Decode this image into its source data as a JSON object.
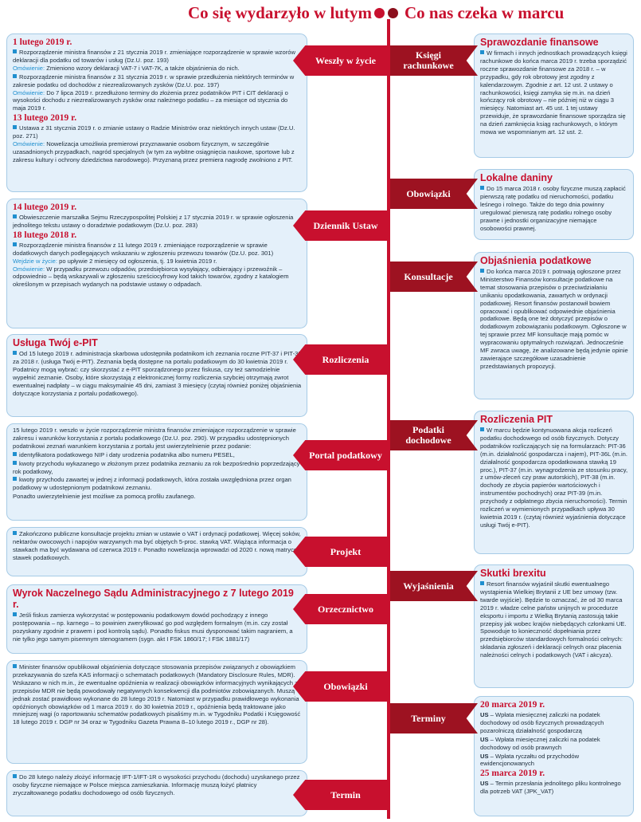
{
  "header": {
    "left_title": "Co się wydarzyło w lutym",
    "right_title": "Co nas czeka w marcu"
  },
  "left": {
    "weszly": {
      "ribbon": "Weszły w życie",
      "date1": "1 lutego 2019 r.",
      "p1": "Rozporządzenie ministra finansów z 21 stycznia 2019 r. zmieniające rozporządzenie w sprawie wzorów deklaracji dla podatku od towarów i usług (Dz.U. poz. 193)",
      "p1_label": "Omówienie:",
      "p1_note": " Zmieniono wzory deklaracji VAT-7 i VAT-7K, a także objaśnienia do nich.",
      "p2": "Rozporządzenie ministra finansów z 31 stycznia 2019 r. w sprawie przedłużenia niektórych terminów w zakresie podatku od dochodów z niezrealizowanych zysków (Dz.U. poz. 197)",
      "p2_label": "Omówienie:",
      "p2_note": " Do 7 lipca 2019 r. przedłużono terminy do złożenia przez podatników PIT i CIT deklaracji o wysokości dochodu z niezrealizowanych zysków oraz należnego podatku – za miesiące od stycznia do maja 2019 r.",
      "date2": "13 lutego 2019 r.",
      "p3": "Ustawa z 31 stycznia 2019 r. o zmianie ustawy o Radzie Ministrów oraz niektórych innych ustaw (Dz.U. poz. 271)",
      "p3_label": "Omówienie:",
      "p3_note": " Nowelizacja umożliwia premierowi przyznawanie osobom fizycznym, w szczególnie uzasadnionych przypadkach, nagród specjalnych (w tym za wybitne osiągnięcia naukowe, sportowe lub z zakresu kultury i ochrony dziedzictwa narodowego). Przyznaną przez premiera nagrodę zwolniono z PIT."
    },
    "dziennik": {
      "ribbon": "Dziennik Ustaw",
      "date1": "14 lutego 2019 r.",
      "p1": "Obwieszczenie marszałka Sejmu Rzeczypospolitej Polskiej z 17 stycznia 2019 r. w sprawie ogłoszenia jednolitego tekstu ustawy o doradztwie podatkowym (Dz.U. poz. 283)",
      "date2": "18 lutego 2018 r.",
      "p2": "Rozporządzenie ministra finansów z 11 lutego 2019 r. zmieniające rozporządzenie w sprawie dodatkowych danych podlegających wskazaniu w zgłoszeniu przewozu towarów (Dz.U. poz. 301)",
      "p2_label1": "Wejdzie w życie:",
      "p2_note1": " po upływie 2 miesięcy od ogłoszenia, tj. 19 kwietnia 2019 r.",
      "p2_label2": "Omówienie:",
      "p2_note2": " W przypadku przewozu odpadów, przedsiębiorca wysyłający, odbierający i przewoźnik – odpowiednio – będą wskazywali w zgłoszeniu sześciocyfrowy kod takich towarów, zgodny z katalogiem określonym w przepisach wydanych na podstawie ustawy o odpadach."
    },
    "rozliczenia": {
      "ribbon": "Rozliczenia",
      "title": "Usługa Twój e-PIT",
      "p1": "Od 15 lutego 2019 r. administracja skarbowa udostępniła podatnikom ich zeznania roczne PIT-37 i PIT-38 za 2018 r. (usługa Twój e-PIT). Zeznania będą dostępne na portalu podatkowym do 30 kwietnia 2019 r. Podatnicy mogą wybrać: czy skorzystać z e-PIT sporządzonego przez fiskusa, czy też samodzielnie wypełnić zeznanie. Osoby, które skorzystają z elektronicznej formy rozliczenia szybciej otrzymają zwrot ewentualnej nadpłaty – w ciągu maksymalnie 45 dni, zamiast 3 miesięcy (czytaj również poniżej objaśnienia dotyczące korzystania z portalu podatkowego)."
    },
    "portal": {
      "ribbon": "Portal podatkowy",
      "p1": "15 lutego 2019 r. weszło w życie rozporządzenie ministra finansów zmieniające rozporządzenie w sprawie zakresu i warunków korzystania z portalu podatkowego (Dz.U. poz. 290). W przypadku udostępnionych podatnikowi zeznań warunkiem korzystania z portalu jest uwierzytelnienie przez podanie:",
      "bullet1": "identyfikatora podatkowego NIP i daty urodzenia podatnika albo numeru PESEL,",
      "bullet2": "kwoty przychodu wykazanego w złożonym przez podatnika zeznaniu za rok bezpośrednio poprzedzający rok podatkowy,",
      "bullet3": "kwoty przychodu zawartej w jednej z informacji podatkowych, która została uwzględniona przez organ podatkowy w udostępnionym podatnikowi zeznaniu.",
      "p2": "Ponadto uwierzytelnienie jest możliwe za pomocą profilu zaufanego."
    },
    "projekt": {
      "ribbon": "Projekt",
      "p1": "Zakończono publiczne konsultacje projektu zmian w ustawie o VAT i ordynacji podatkowej. Więcej soków, nektarów owocowych i napojów warzywnych ma być objętych 5-proc. stawką VAT. Wiążąca informacja o stawkach ma być wydawana od czerwca 2019 r. Ponadto nowelizacja wprowadzi od 2020 r. nową matrycę stawek podatkowych."
    },
    "orzecznictwo": {
      "ribbon": "Orzecznictwo",
      "title": "Wyrok Naczelnego Sądu Administracyjnego z 7 lutego 2019 r.",
      "p1": "Jeśli fiskus zamierza wykorzystać w postępowaniu podatkowym dowód pochodzący z innego postępowania – np. karnego – to powinien zweryfikować go pod względem formalnym (m.in. czy został pozyskany zgodnie z prawem i pod kontrolą sądu). Ponadto fiskus musi dysponować takim nagraniem, a nie tylko jego samym pisemnym stenogramem (sygn. akt I FSK 1860/17; I FSK 1881/17)"
    },
    "obowiazki": {
      "ribbon": "Obowiązki",
      "p1": "Minister finansów opublikował objaśnienia dotyczące stosowania przepisów związanych z obowiązkiem przekazywania do szefa KAS informacji o schematach podatkowych (Mandatory Disclosure Rules, MDR). Wskazano w nich m.in., że ewentualne opóźnienia w realizacji obowiązków informacyjnych wynikających z przepisów MDR nie będą powodowały negatywnych konsekwencji dla podmiotów zobowiązanych. Muszą jednak zostać prawidłowo wykonane do 28 lutego 2019 r. Natomiast w przypadku prawidłowego wykonania opóźnionych obowiązków od 1 marca 2019 r. do 30 kwietnia 2019 r., opóźnienia będą traktowane jako mniejszej wagi (o raportowaniu schematów podatkowych pisaliśmy m.in. w Tygodniku Podatki i Księgowość 18 lutego 2019 r. DGP nr 34 oraz w Tygodniku Gazeta Prawna 8–10 lutego 2019 r., DGP nr 28)."
    },
    "termin": {
      "ribbon": "Termin",
      "p1": "Do 28 lutego należy złożyć informację IFT-1/IFT-1R o wysokości przychodu (dochodu) uzyskanego przez osoby fizyczne niemające w Polsce miejsca zamieszkania. Informację muszą łożyć płatnicy zryczałtowanego podatku dochodowego od osób fizycznych."
    }
  },
  "right": {
    "ksiegi": {
      "ribbon": "Księgi rachunkowe",
      "title": "Sprawozdanie finansowe",
      "p1": "W firmach i innych jednostkach prowadzących księgi rachunkowe do końca marca 2019 r. trzeba sporządzić roczne sprawozdanie finansowe za 2018 r. – w przypadku, gdy rok obrotowy jest zgodny z kalendarzowym. Zgodnie z art. 12 ust. 2 ustawy o rachunkowości, księgi zamyka się m.in. na dzień kończący rok obrotowy – nie później niż w ciągu 3 miesięcy. Natomiast art. 45 ust. 1 tej ustawy przewiduje, że sprawozdanie finansowe sporządza się na dzień zamknięcia ksiąg rachunkowych, o którym mowa we wspomnianym art. 12 ust. 2."
    },
    "obowiazki": {
      "ribbon": "Obowiązki",
      "title": "Lokalne daniny",
      "p1": "Do 15 marca 2018 r. osoby fizyczne muszą zapłacić pierwszą ratę podatku od nieruchomości, podatku leśnego i rolnego. Także do tego dnia powinny uregulować pierwszą ratę podatku rolnego osoby prawne i jednostki organizacyjne niemające osobowości prawnej."
    },
    "konsultacje": {
      "ribbon": "Konsultacje",
      "title": "Objaśnienia podatkowe",
      "p1": "Do końca marca 2019 r. potrwają ogłoszone przez Ministerstwo Finansów konsultacje podatkowe na temat stosowania przepisów o przeciwdziałaniu unikaniu opodatkowania, zawartych w ordynacji podatkowej. Resort finansów postanowił bowiem opracować i opublikować odpowiednie objaśnienia podatkowe. Będą one też dotyczyć przepisów o dodatkowym zobowiązaniu podatkowym. Ogłoszone w tej sprawie przez MF konsultacje mają pomóc w wypracowaniu optymalnych rozwiązań. Jednocześnie MF zwraca uwagę, że analizowane będą jedynie opinie zawierające szczegółowe uzasadnienie przedstawianych propozycji."
    },
    "podatki": {
      "ribbon": "Podatki dochodowe",
      "title": "Rozliczenia PIT",
      "p1": "W marcu będzie kontynuowana akcja rozliczeń podatku dochodowego od osób fizycznych. Dotyczy podatników rozliczających się na formularzach: PIT-36 (m.in. działalność gospodarcza i najem), PIT-36L (m.in. działalność gospodarcza opodatkowana stawką 19 proc.), PIT-37 (m.in. wynagrodzenia ze stosunku pracy, z umów-zleceń czy praw autorskich), PIT-38 (m.in. dochody ze zbycia papierów wartościowych i instrumentów pochodnych) oraz PIT-39 (m.in. przychody z odpłatnego zbycia nieruchomości). Termin rozliczeń w wymienionych przypadkach upływa 30 kwietnia 2019 r. (czytaj również wyjaśnienia dotyczące usługi Twój e-PIT)."
    },
    "wyjasnienia": {
      "ribbon": "Wyjaśnienia",
      "title": "Skutki brexitu",
      "p1": "Resort finansów wyjaśnił skutki ewentualnego wystąpienia Wielkiej Brytanii z UE bez umowy (tzw. twarde wyjście). Będzie to oznaczać, że od 30 marca 2019 r. władze celne państw unijnych w procedurze eksportu i importu z Wielką Brytanią zastosują takie przepisy jak wobec krajów niebędących członkami UE. Spowoduje to konieczność dopełniania przez przedsiębiorców standardowych formalności celnych: składania zgłoszeń i deklaracji celnych oraz płacenia należności celnych i podatkowych (VAT i akcyza)."
    },
    "terminy": {
      "ribbon": "Terminy",
      "date1": "20 marca 2019 r.",
      "us": "US",
      "e1": " – Wpłata miesięcznej zaliczki na podatek dochodowy od osób fizycznych prowadzących pozarolniczą działalność gospodarczą",
      "e2": " – Wpłata miesięcznej zaliczki na podatek dochodowy od osób prawnych",
      "e3": " – Wpłata ryczałtu od przychodów ewidencjonowanych",
      "date2": "25 marca 2019 r.",
      "e4": " – Termin przesłania jednolitego pliku kontrolnego dla potrzeb VAT (JPK_VAT)"
    }
  },
  "colors": {
    "accent_red": "#c8102e",
    "dark_red": "#9d1221",
    "box_bg": "#e4f0fa",
    "label_blue": "#1f8fcf"
  }
}
